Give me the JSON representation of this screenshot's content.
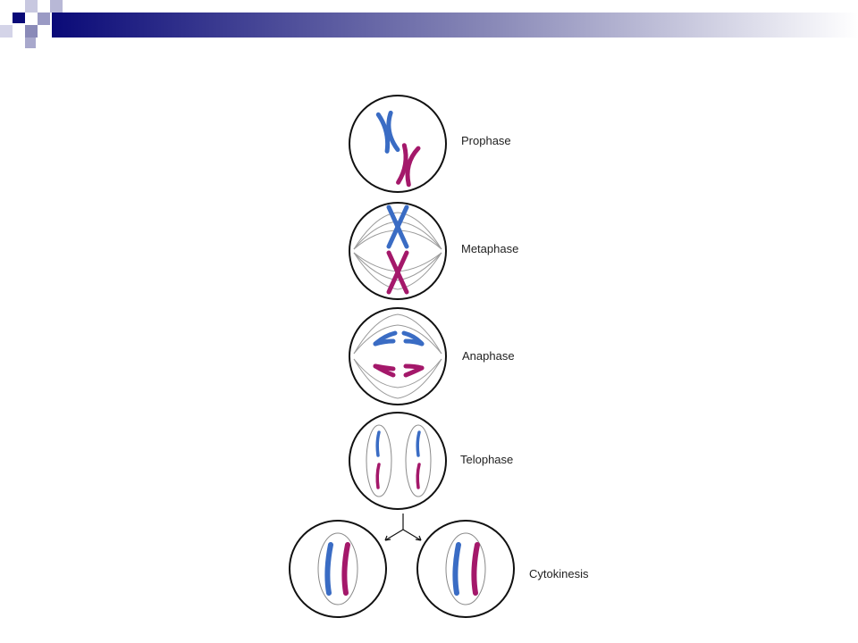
{
  "colors": {
    "header_dark": "#0a0a78",
    "header_light": "#ffffff",
    "chromosome_blue": "#3a6cc4",
    "chromosome_magenta": "#a4186a",
    "outline": "#111111",
    "spindle": "#9a9a9a"
  },
  "phases": [
    {
      "key": "prophase",
      "label": "Prophase"
    },
    {
      "key": "metaphase",
      "label": "Metaphase"
    },
    {
      "key": "anaphase",
      "label": "Anaphase"
    },
    {
      "key": "telophase",
      "label": "Telophase"
    },
    {
      "key": "cytokinesis",
      "label": "Cytokinesis"
    }
  ]
}
